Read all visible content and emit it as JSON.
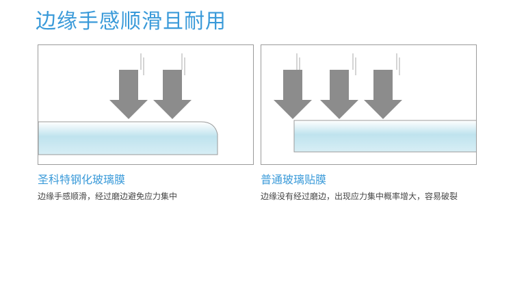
{
  "headline": "边缘手感顺滑且耐用",
  "left": {
    "title": "圣科特钢化玻璃膜",
    "description": "边缘手感顺滑，经过磨边避免应力集中"
  },
  "right": {
    "title": "普通玻璃贴膜",
    "description": "边缘没有经过磨边，出现应力集中概率增大，容易破裂"
  },
  "colors": {
    "accent": "#3a9ad9",
    "arrow": "#8c8c8c",
    "glass": "#bfe3ee"
  },
  "icons": [
    "down-arrow-icon"
  ]
}
